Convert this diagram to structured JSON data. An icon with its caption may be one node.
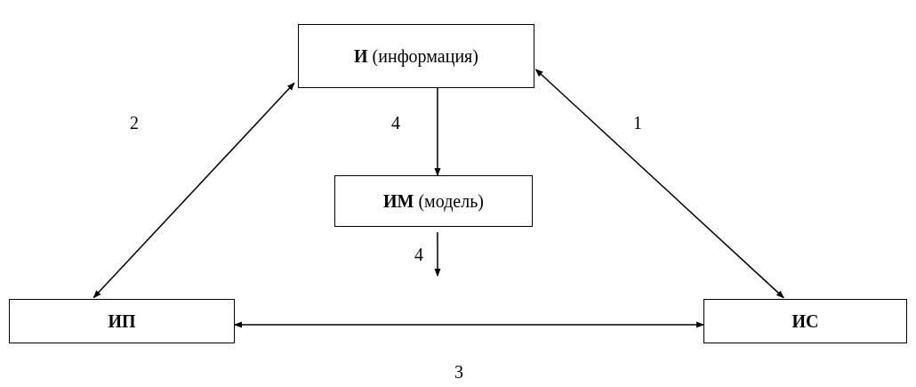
{
  "diagram": {
    "nodes": [
      {
        "text": [
          "**И** (информация)"
        ]
      },
      {
        "text": [
          "**ИМ** (модель)"
        ]
      },
      {
        "text": [
          "ИП"
        ]
      },
      {
        "text": [
          "ИС"
        ]
      }
    ],
    "edges": [
      {
        "from": 2,
        "to": 0,
        "arrow": "both",
        "label": "2"
      },
      {
        "from": 0,
        "to": 1,
        "arrow": "to",
        "label": "4"
      },
      {
        "from": 0,
        "to": 3,
        "arrow": "both",
        "label": "1"
      },
      {
        "from": 1,
        "to": null,
        "arrow": "to",
        "label": "4"
      },
      {
        "from": 2,
        "to": 3,
        "arrow": "both",
        "label": "3"
      }
    ]
  }
}
